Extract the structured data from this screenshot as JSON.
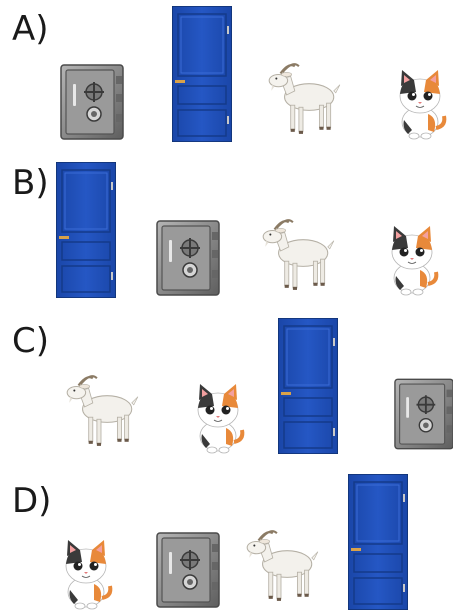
{
  "options": [
    {
      "label": "A)",
      "sequence": [
        "safe-icon",
        "door-icon",
        "goat-icon",
        "cat-icon"
      ]
    },
    {
      "label": "B)",
      "sequence": [
        "door-icon",
        "safe-icon",
        "goat-icon",
        "cat-icon"
      ]
    },
    {
      "label": "C)",
      "sequence": [
        "goat-icon",
        "cat-icon",
        "door-icon",
        "safe-icon"
      ]
    },
    {
      "label": "D)",
      "sequence": [
        "cat-icon",
        "safe-icon",
        "goat-icon",
        "door-icon"
      ]
    }
  ],
  "colors": {
    "door": "#1f4fb5",
    "door_dark": "#143a8a",
    "safe": "#8c8c8c",
    "safe_dark": "#555555",
    "goat": "#f2efe8",
    "cat_orange": "#e8893a",
    "cat_dark": "#333333"
  }
}
